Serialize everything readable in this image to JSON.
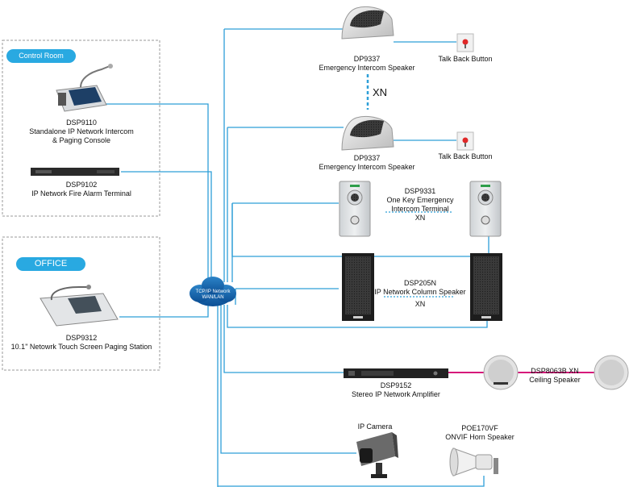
{
  "groups": {
    "control_room": "Control Room",
    "office": "OFFICE"
  },
  "network": {
    "cloud_line1": "TCP/IP Network",
    "cloud_line2": "WAN/LAN"
  },
  "devices": {
    "dsp9110": {
      "model": "DSP9110",
      "line1": "Standalone IP Network Intercom",
      "line2": "& Paging Console"
    },
    "dsp9102": {
      "model": "DSP9102",
      "line1": "IP Network Fire Alarm Terminal"
    },
    "dsp9312": {
      "model": "DSP9312",
      "line1": "10.1\" Netowrk Touch Screen Paging Station"
    },
    "dp9337_top": {
      "model": "DP9337",
      "line1": "Emergency Intercom Speaker"
    },
    "dp9337_bottom": {
      "model": "DP9337",
      "line1": "Emergency Intercom Speaker"
    },
    "talk_back_top": {
      "line1": "Talk Back Button"
    },
    "talk_back_bottom": {
      "line1": "Talk Back Button"
    },
    "dsp9331": {
      "model": "DSP9331",
      "line1": "One Key Emergency",
      "line2": "Intercom Terminal",
      "count": "XN"
    },
    "dsp205n": {
      "model": "DSP205N",
      "line1": "IP Network Column Speaker",
      "count": "XN"
    },
    "dsp9152": {
      "model": "DSP9152",
      "line1": "Stereo IP Network Amplifier"
    },
    "dsp8063b": {
      "model": "DSP8063B XN",
      "line1": "Ceiling Speaker"
    },
    "ip_camera": {
      "line1": "IP Camera"
    },
    "poe170vf": {
      "model": "POE170VF",
      "line1": "ONVIF Horn Speaker"
    },
    "dp9337_count": "XN"
  },
  "colors": {
    "network_line": "#2e9fd8",
    "speaker_line": "#d6197a",
    "pill_fill": "#29a9e1",
    "group_border": "#9a9a9a"
  }
}
